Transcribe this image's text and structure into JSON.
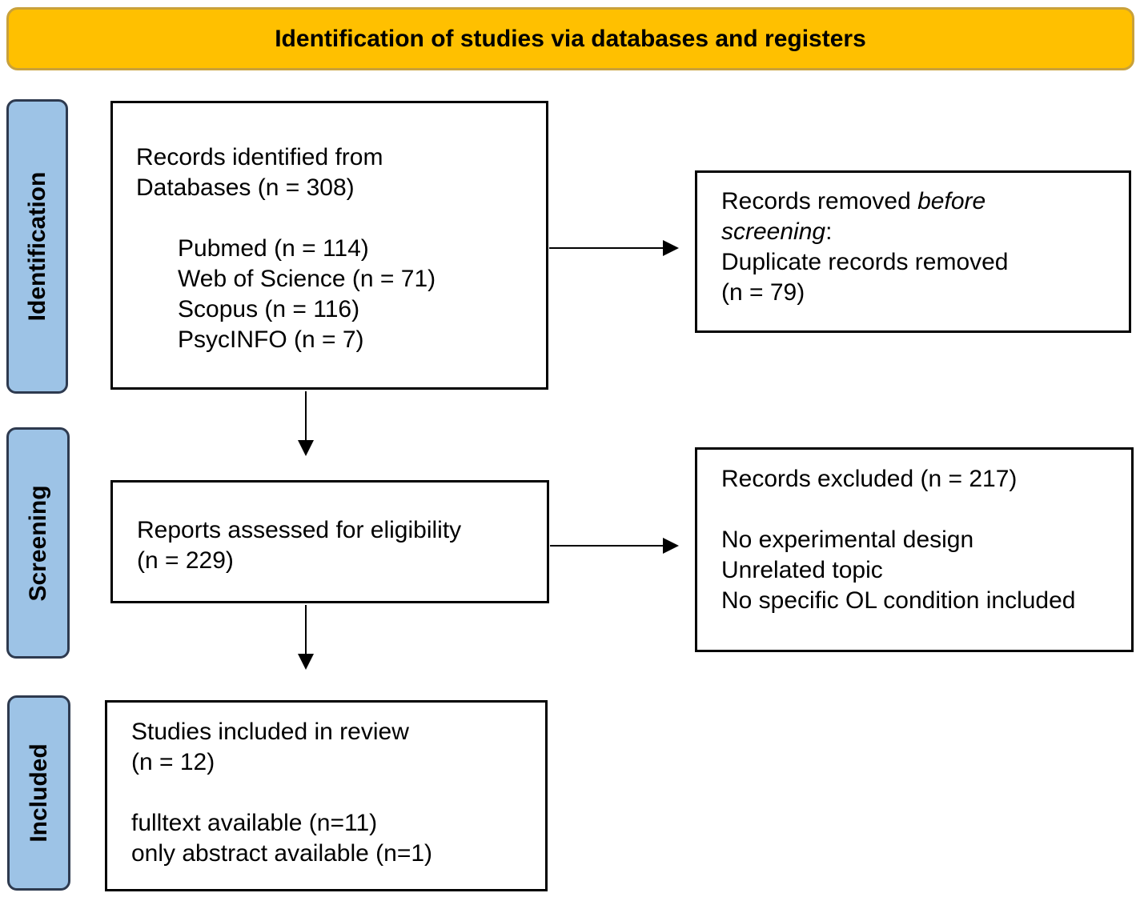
{
  "header": {
    "title": "Identification of studies via databases and registers"
  },
  "phases": {
    "identification": "Identification",
    "screening": "Screening",
    "included": "Included"
  },
  "records_identified": {
    "line1": "Records identified from",
    "line2": "Databases (n = 308)",
    "sources": [
      "Pubmed (n = 114)",
      "Web of Science (n = 71)",
      "Scopus (n = 116)",
      "PsycINFO (n = 7)"
    ]
  },
  "records_removed": {
    "line1_prefix": "Records removed ",
    "line1_italic": "before",
    "line2_italic": "screening",
    "line2_suffix": ":",
    "line3": "Duplicate records removed",
    "line4": "(n = 79)"
  },
  "reports_assessed": {
    "line1": "Reports assessed for eligibility",
    "line2": "(n = 229)"
  },
  "records_excluded": {
    "line1": "Records excluded (n = 217)",
    "reasons": [
      "No experimental design",
      "Unrelated topic",
      "No specific OL condition included"
    ]
  },
  "studies_included": {
    "line1": "Studies included in review",
    "line2": "(n = 12)",
    "line3": "fulltext available (n=11)",
    "line4": "only abstract available (n=1)"
  },
  "colors": {
    "banner_fill": "#FFC000",
    "phase_fill": "#9DC3E6"
  }
}
